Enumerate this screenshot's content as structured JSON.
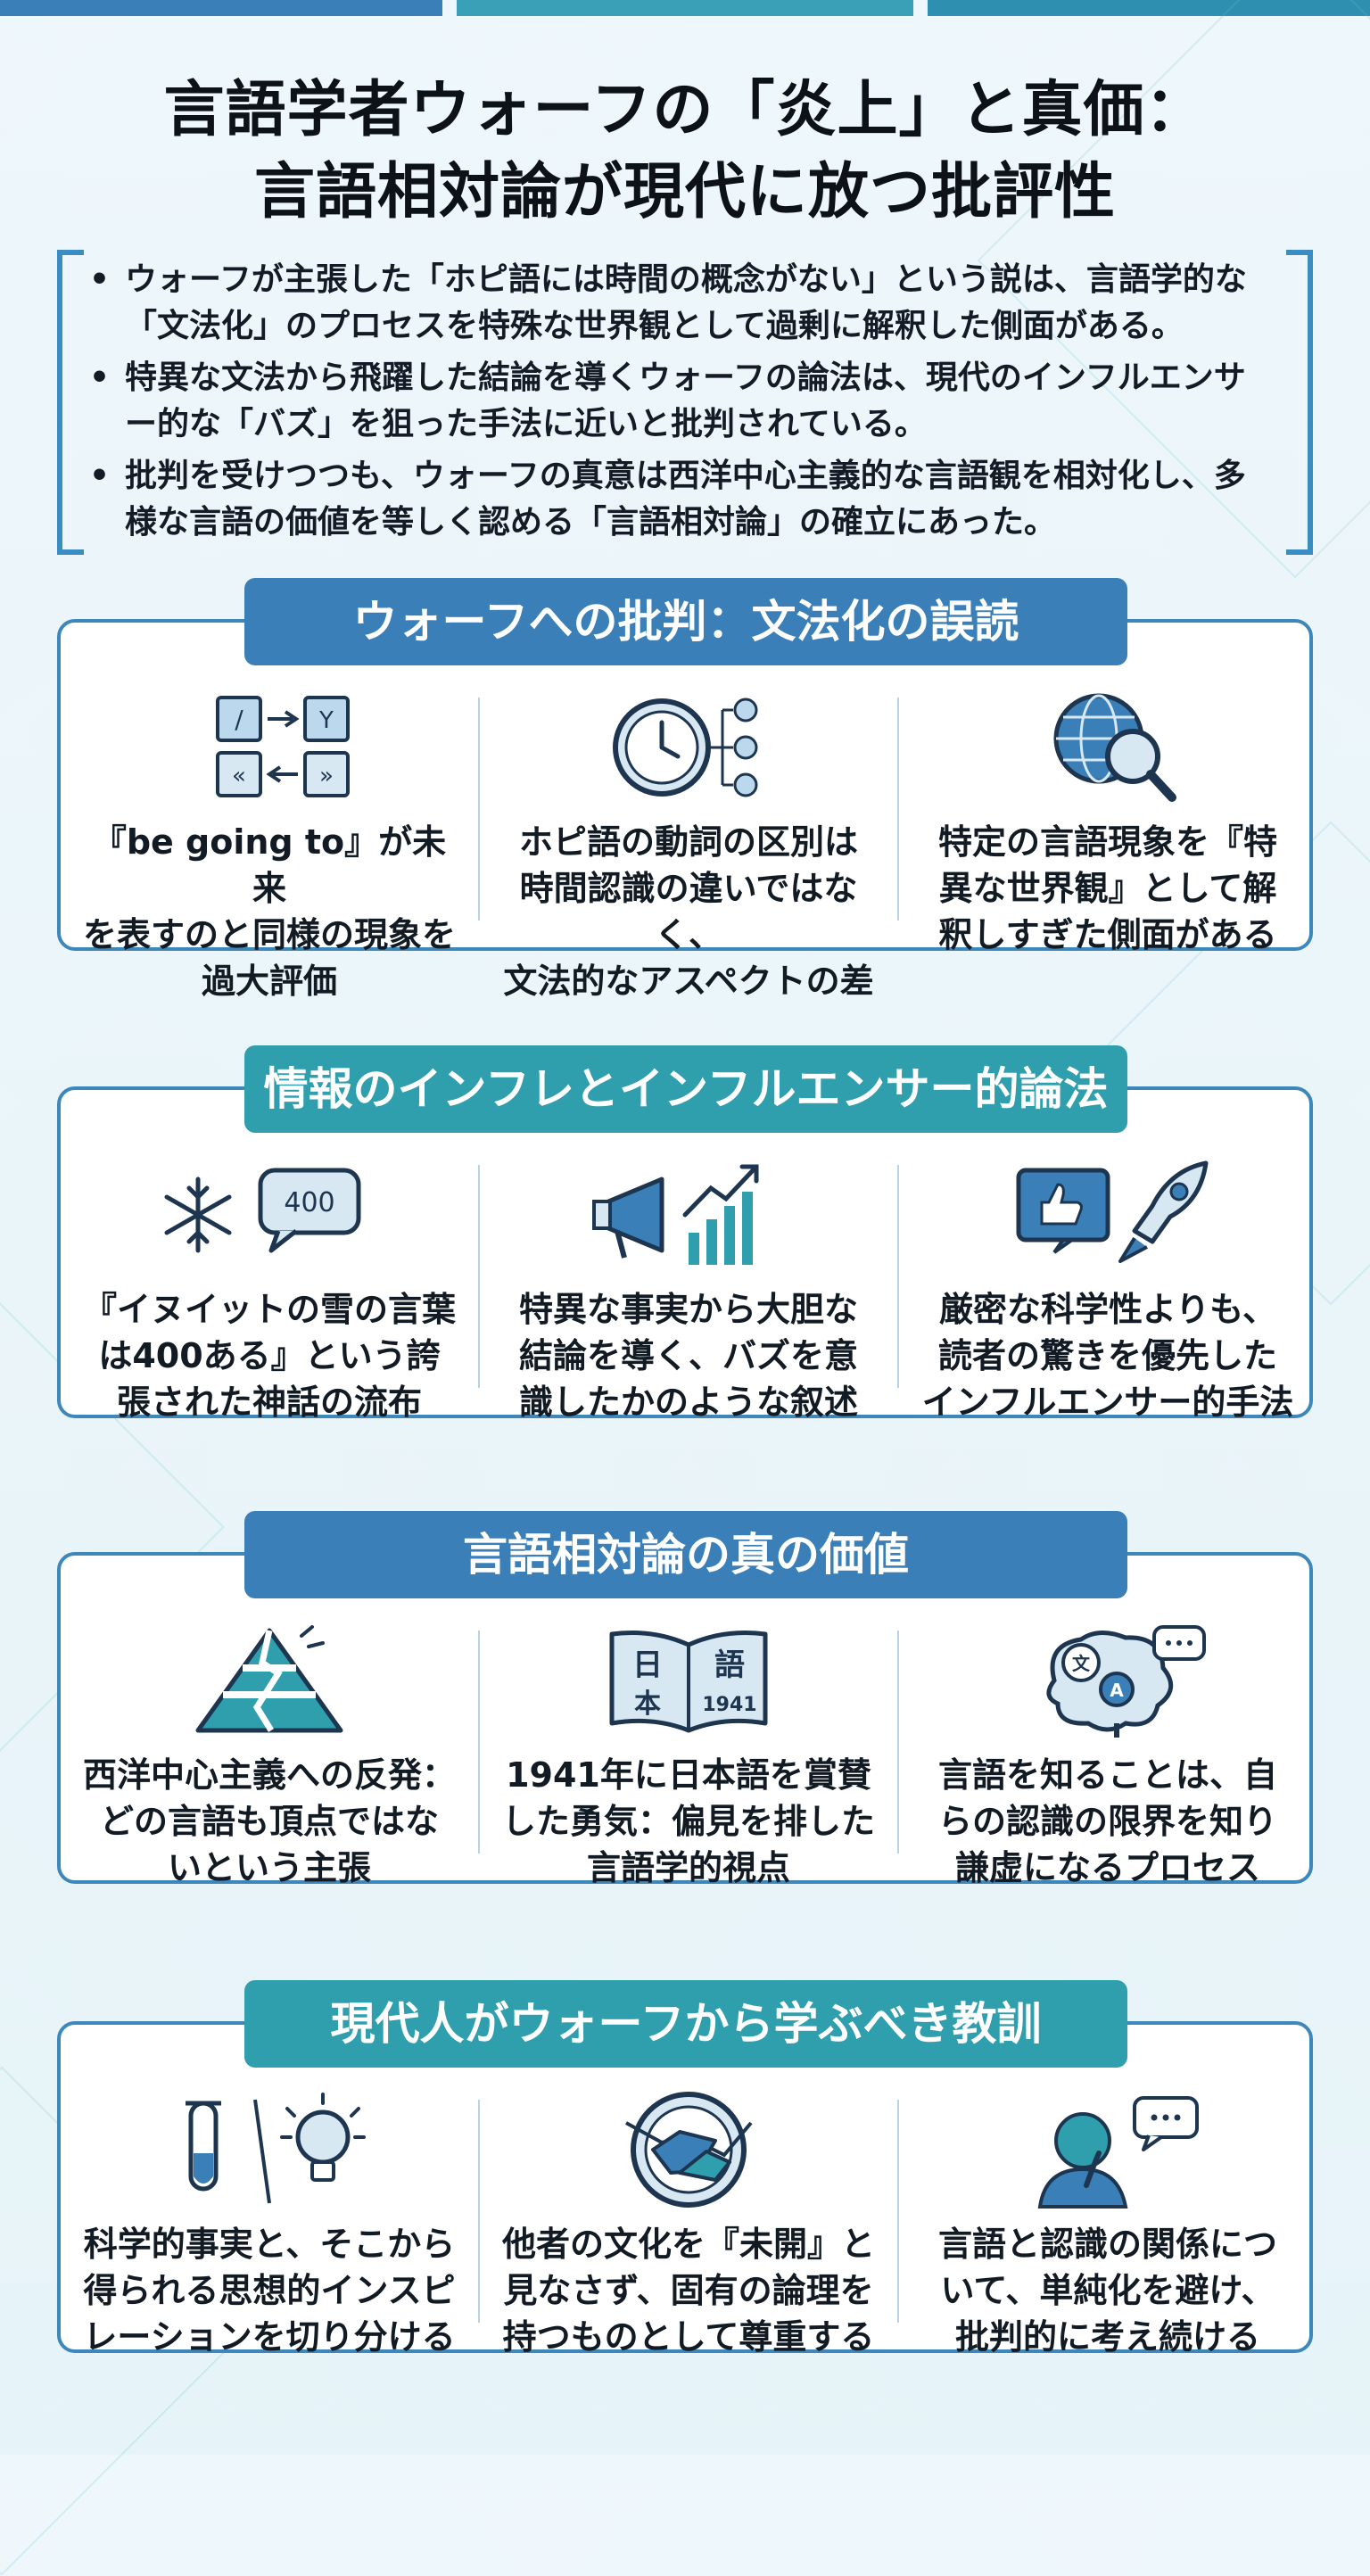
{
  "title_line1": "言語学者ウォーフの「炎上」と真価：",
  "title_line2": "言語相対論が現代に放つ批評性",
  "summary": [
    "ウォーフが主張した「ホピ語には時間の概念がない」という説は、言語学的な「文法化」のプロセスを特殊な世界観として過剰に解釈した側面がある。",
    "特異な文法から飛躍した結論を導くウォーフの論法は、現代のインフルエンサー的な「バズ」を狙った手法に近いと批判されている。",
    "批判を受けつつも、ウォーフの真意は西洋中心主義的な言語観を相対化し、多様な言語の価値を等しく認める「言語相対論」の確立にあった。"
  ],
  "sections": [
    {
      "title": "ウォーフへの批判：文法化の誤読",
      "items": [
        {
          "icon": "grammar-arrows-icon",
          "text": "『be going to』が未来\nを表すのと同様の現象を\n過大評価"
        },
        {
          "icon": "clock-icon",
          "text": "ホピ語の動詞の区別は\n時間認識の違いではなく、\n文法的なアスペクトの差"
        },
        {
          "icon": "globe-magnifier-icon",
          "text": "特定の言語現象を『特\n異な世界観』として解\n釈しすぎた側面がある"
        }
      ]
    },
    {
      "title": "情報のインフレとインフルエンサー的論法",
      "items": [
        {
          "icon": "snowflake-speech-icon",
          "badge": "400",
          "text": "『イヌイットの雪の言葉\nは400ある』という誇\n張された神話の流布"
        },
        {
          "icon": "megaphone-chart-icon",
          "text": "特異な事実から大胆な\n結論を導く、バズを意\n識したかのような叙述"
        },
        {
          "icon": "like-rocket-icon",
          "text": "厳密な科学性よりも、\n読者の驚きを優先した\nインフルエンサー的手法"
        }
      ]
    },
    {
      "title": "言語相対論の真の価値",
      "items": [
        {
          "icon": "broken-pyramid-icon",
          "text": "西洋中心主義への反発：\nどの言語も頂点ではな\nいという主張"
        },
        {
          "icon": "book-icon",
          "book": {
            "c1": "日",
            "c2": "語",
            "c3": "本",
            "year": "1941"
          },
          "text": "1941年に日本語を賞賛\nした勇気：偏見を排した\n言語学的視点"
        },
        {
          "icon": "brain-language-icon",
          "glyphs": {
            "g1": "文",
            "g2": "A"
          },
          "text": "言語を知ることは、自\nらの認識の限界を知り\n謙虚になるプロセス"
        }
      ]
    },
    {
      "title": "現代人がウォーフから学ぶべき教訓",
      "items": [
        {
          "icon": "testtube-bulb-icon",
          "text": "科学的事実と、そこから\n得られる思想的インスピ\nレーションを切り分ける"
        },
        {
          "icon": "handshake-icon",
          "text": "他者の文化を『未開』と\n見なさず、固有の論理を\n持つものとして尊重する"
        },
        {
          "icon": "thinking-person-icon",
          "text": "言語と認識の関係につ\nいて、単純化を避け、\n批判的に考え続ける"
        }
      ]
    }
  ]
}
